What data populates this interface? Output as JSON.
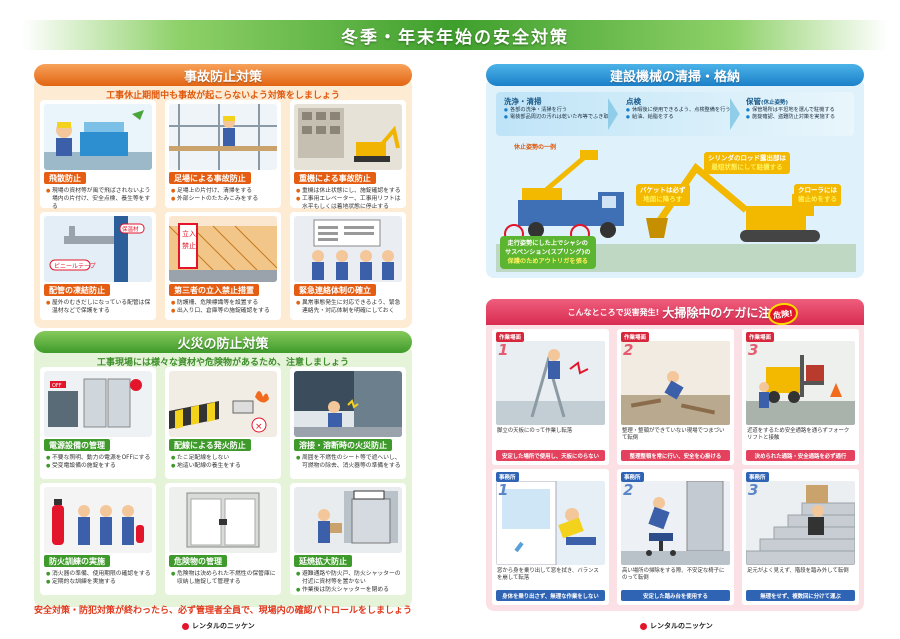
{
  "title": "冬季・年末年始の安全対策",
  "accident": {
    "title": "事故防止対策",
    "subtitle": "工事休止期間中も事故が起こらないよう対策をしましょう",
    "cards": [
      {
        "label": "飛散防止",
        "items": [
          "現場の資材等が風で飛ばされないよう場内の片付け、安全点検、養生等をする"
        ]
      },
      {
        "label": "足場による事故防止",
        "items": [
          "足場上の片付け、清掃をする",
          "外部シートのたたみこみをする"
        ]
      },
      {
        "label": "重機による事故防止",
        "items": [
          "重機は休止状態にし、施錠確認をする",
          "工事用エレベーター、工事用リフトは水平もしくは着地状態に停止する"
        ]
      },
      {
        "label": "配管の凍結防止",
        "items": [
          "屋外のむきだしになっている配管は保温材などで保護をする"
        ]
      },
      {
        "label": "第三者の立入禁止措置",
        "items": [
          "防護柵、危険標識等を設置する",
          "出入り口、倉庫等の施錠確認をする"
        ]
      },
      {
        "label": "緊急連絡体制の確立",
        "items": [
          "異常事態発生に対応できるよう、緊急連絡先・対応体制を明確にしておく"
        ]
      }
    ]
  },
  "fire": {
    "title": "火災の防止対策",
    "subtitle": "工事現場には様々な資材や危険物があるため、注意しましょう",
    "cards": [
      {
        "label": "電源設備の管理",
        "items": [
          "不要な照明、動力の電源をOFFにする",
          "受変電設備の施錠をする"
        ]
      },
      {
        "label": "配線による発火防止",
        "items": [
          "たこ足配線をしない",
          "地這い配線の養生をする"
        ]
      },
      {
        "label": "溶接・溶断時の火災防止",
        "items": [
          "周囲を不燃性のシート等で遮へいし、可燃物の除去、消火器等の準備をする"
        ]
      },
      {
        "label": "防火訓練の実施",
        "items": [
          "消火器の準備、使用期限の確認をする",
          "定期的な訓練を実施する"
        ]
      },
      {
        "label": "危険物の管理",
        "items": [
          "危険物は決められた不燃性の保管庫に収納し施錠して管理する"
        ]
      },
      {
        "label": "延焼拡大防止",
        "items": [
          "避難通路や防火戸、防火シャッターの付近に資材等を置かない",
          "作業後は防火シャッターを閉める"
        ]
      }
    ],
    "note": "安全対策・防犯対策が終わったら、必ず管理者全員で、現場内の確認パトロールをしましょう"
  },
  "machine": {
    "title": "建設機械の清掃・格納",
    "steps": [
      {
        "title": "洗浄・清掃",
        "items": [
          "各部の洗浄・清掃を行う",
          "電装部品周辺の汚れは乾いた布等でふき取る"
        ]
      },
      {
        "title": "点検",
        "items": [
          "休暇後に使用できるよう、点検整備を行う",
          "給油、給脂をする"
        ]
      },
      {
        "title": "保管",
        "title_small": "(休止姿勢)",
        "items": [
          "保管場所は平坦地を選んで駐機する",
          "施錠確認、盗難防止対策を実施する"
        ]
      }
    ],
    "example_label": "休止姿勢の一例",
    "callouts": {
      "cylinder": [
        "シリンダのロッド露出部は",
        "最短状態にして駐機する"
      ],
      "bucket": [
        "バケットは必ず",
        "地面に降ろす"
      ],
      "crawler": [
        "クローラには",
        "歯止めをする"
      ],
      "outrigger": [
        "走行姿勢にした上でシャシの",
        "サスペンション(スプリング)の",
        "保護のためアウトリガを張る"
      ]
    }
  },
  "cleaning": {
    "pre": "こんなところで災害発生!",
    "title": "大掃除中のケガに注意",
    "badge": "危険!",
    "cards": [
      {
        "tag": "作業場面",
        "num": "1",
        "caption": "脚立の天板にのって作業し転落",
        "foot": "安定した場所で使用し、天板にのらない",
        "type": "scene"
      },
      {
        "tag": "作業場面",
        "num": "2",
        "caption": "整理・整頓ができていない現場でつまづいて転倒",
        "foot": "整理整頓を常に行い、安全を心掛ける",
        "type": "scene"
      },
      {
        "tag": "作業場面",
        "num": "3",
        "caption": "近道をするため安全通路を通らずフォークリフトと接触",
        "foot": "決められた通路・安全通路を必ず通行",
        "type": "scene"
      },
      {
        "tag": "事務所",
        "num": "1",
        "caption": "窓から身を乗り出して窓を拭き、バランスを崩して転落",
        "foot": "身体を乗り出さず、無理な作業をしない",
        "type": "case"
      },
      {
        "tag": "事務所",
        "num": "2",
        "caption": "高い場所の掃除をする際、不安定な椅子にのって転倒",
        "foot": "安定した踏み台を使用する",
        "type": "case"
      },
      {
        "tag": "事務所",
        "num": "3",
        "caption": "足元がよく見えず、階段を踏み外して転倒",
        "foot": "無理をせず、複数回に分けて運ぶ",
        "type": "case"
      }
    ]
  },
  "logo": "レンタルのニッケン"
}
